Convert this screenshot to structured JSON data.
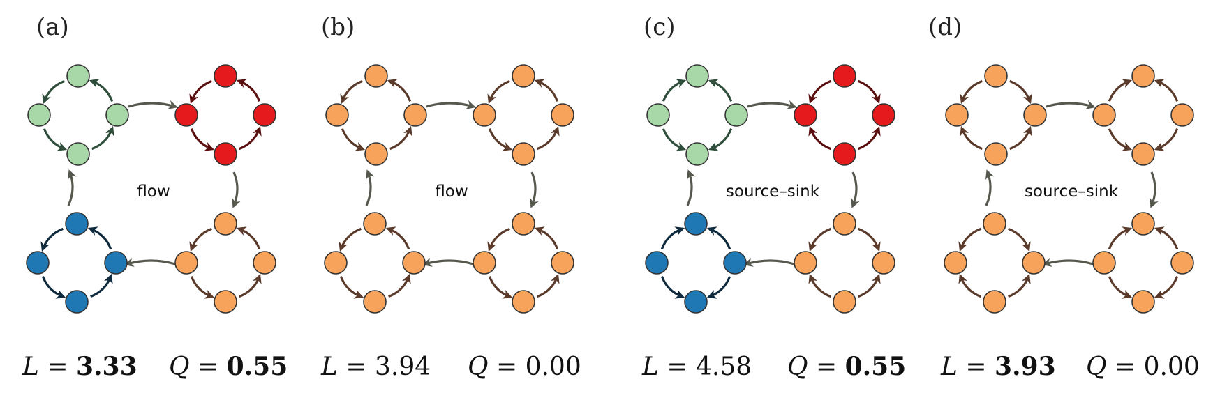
{
  "colors": {
    "green": "#a8d8a8",
    "red": "#e41a1c",
    "blue": "#1f78b4",
    "orange": "#f7a35c",
    "green_edge": "#2e4d3a",
    "red_edge": "#5a1010",
    "blue_edge": "#0f2a3d",
    "orange_edge": "#5a3a2a",
    "inter_edge": "#55584d"
  },
  "panels": [
    {
      "label": "(a)",
      "center_text": "flow",
      "L": {
        "symbol": "L",
        "value": "3.33",
        "bold": true
      },
      "Q": {
        "symbol": "Q",
        "value": "0.55",
        "bold": true
      },
      "rings": [
        {
          "pos": "tl",
          "color": "green",
          "direction": "ccw"
        },
        {
          "pos": "tr",
          "color": "red",
          "direction": "ccw"
        },
        {
          "pos": "br",
          "color": "orange",
          "direction": "ccw"
        },
        {
          "pos": "bl",
          "color": "blue",
          "direction": "ccw"
        }
      ],
      "links": [
        {
          "from": "tl",
          "to": "tr"
        },
        {
          "from": "tr",
          "to": "br"
        },
        {
          "from": "br",
          "to": "bl"
        },
        {
          "from": "bl",
          "to": "tl"
        }
      ]
    },
    {
      "label": "(b)",
      "center_text": "flow",
      "L": {
        "symbol": "L",
        "value": "3.94",
        "bold": false
      },
      "Q": {
        "symbol": "Q",
        "value": "0.00",
        "bold": false
      },
      "rings": [
        {
          "pos": "tl",
          "color": "orange",
          "direction": "ccw"
        },
        {
          "pos": "tr",
          "color": "orange",
          "direction": "ccw"
        },
        {
          "pos": "br",
          "color": "orange",
          "direction": "ccw"
        },
        {
          "pos": "bl",
          "color": "orange",
          "direction": "ccw"
        }
      ],
      "links": [
        {
          "from": "tl",
          "to": "tr"
        },
        {
          "from": "tr",
          "to": "br"
        },
        {
          "from": "br",
          "to": "bl"
        },
        {
          "from": "bl",
          "to": "tl"
        }
      ]
    },
    {
      "label": "(c)",
      "center_text": "source–sink",
      "L": {
        "symbol": "L",
        "value": "4.58",
        "bold": false
      },
      "Q": {
        "symbol": "Q",
        "value": "0.55",
        "bold": true
      },
      "rings": [
        {
          "pos": "tl",
          "color": "green",
          "direction": "sink"
        },
        {
          "pos": "tr",
          "color": "red",
          "direction": "source"
        },
        {
          "pos": "br",
          "color": "orange",
          "direction": "source"
        },
        {
          "pos": "bl",
          "color": "blue",
          "direction": "sink"
        }
      ],
      "links": [
        {
          "from": "tl",
          "to": "tr"
        },
        {
          "from": "tr",
          "to": "br"
        },
        {
          "from": "br",
          "to": "bl"
        },
        {
          "from": "bl",
          "to": "tl"
        }
      ]
    },
    {
      "label": "(d)",
      "center_text": "source–sink",
      "L": {
        "symbol": "L",
        "value": "3.93",
        "bold": true
      },
      "Q": {
        "symbol": "Q",
        "value": "0.00",
        "bold": false
      },
      "rings": [
        {
          "pos": "tl",
          "color": "orange",
          "direction": "source"
        },
        {
          "pos": "tr",
          "color": "orange",
          "direction": "sink"
        },
        {
          "pos": "br",
          "color": "orange",
          "direction": "sink"
        },
        {
          "pos": "bl",
          "color": "orange",
          "direction": "source"
        }
      ],
      "links": [
        {
          "from": "tl",
          "to": "tr"
        },
        {
          "from": "tr",
          "to": "br"
        },
        {
          "from": "br",
          "to": "bl"
        },
        {
          "from": "bl",
          "to": "tl"
        }
      ]
    }
  ]
}
